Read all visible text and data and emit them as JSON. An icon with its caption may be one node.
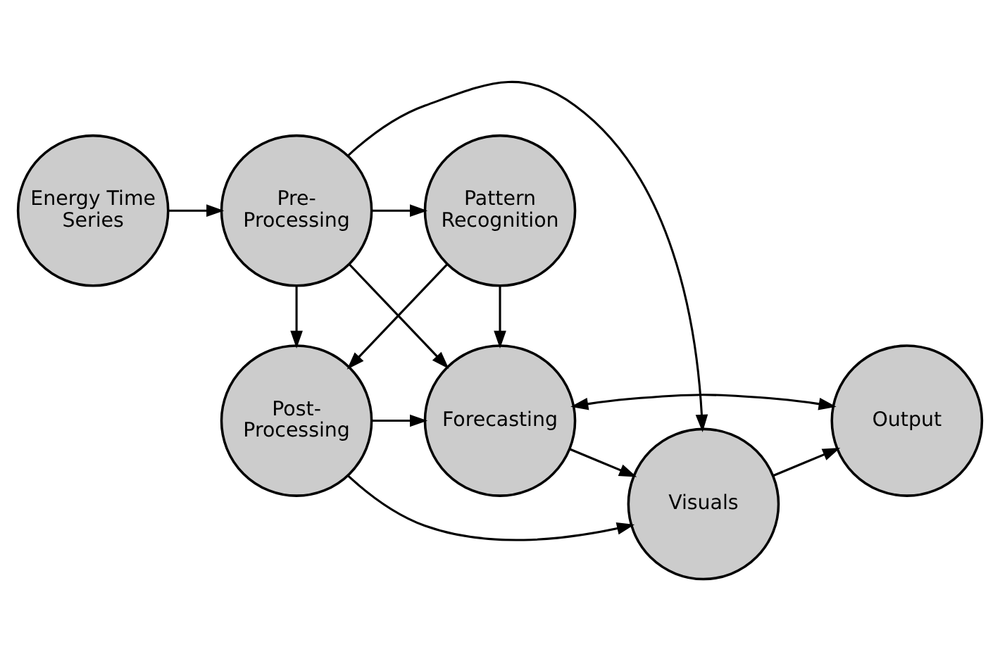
{
  "diagram": {
    "nodes": [
      {
        "text": [
          "Energy Time Series"
        ]
      },
      {
        "text": [
          "Pre-Processing"
        ]
      },
      {
        "text": [
          "Pattern Recognition"
        ]
      },
      {
        "text": [
          "Forecasting"
        ]
      },
      {
        "text": [
          "Visuals"
        ]
      },
      {
        "text": [
          "Output"
        ]
      },
      {
        "text": [
          "Post-Processing"
        ]
      }
    ],
    "edges": [
      {
        "from": 0,
        "to": 1,
        "arrow": "to"
      },
      {
        "from": 1,
        "to": 2,
        "arrow": "to"
      },
      {
        "from": 1,
        "to": 4,
        "arrow": "to"
      },
      {
        "from": 1,
        "to": 3,
        "arrow": "to"
      },
      {
        "from": 1,
        "to": 6,
        "arrow": "to"
      },
      {
        "from": 2,
        "to": 3,
        "arrow": "to"
      },
      {
        "from": 2,
        "to": 6,
        "arrow": "to"
      },
      {
        "from": 3,
        "to": 4,
        "arrow": "to"
      },
      {
        "from": 4,
        "to": 5,
        "arrow": "to"
      },
      {
        "from": 3,
        "to": 5,
        "arrow": "both"
      },
      {
        "from": 6,
        "to": 3,
        "arrow": "to"
      },
      {
        "from": 6,
        "to": 4,
        "arrow": "to"
      }
    ]
  }
}
